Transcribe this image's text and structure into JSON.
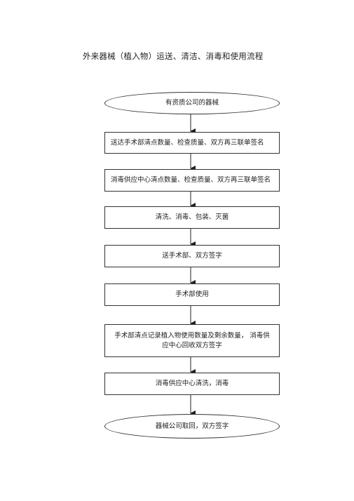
{
  "title": "外来器械（植入物）运送、清洁、消毒和使用流程",
  "flow": {
    "start": "有资质公司的器械",
    "steps": [
      "送达手术部清点数量、检查质量、双方再三联单签名",
      "消毒供应中心清点数量、检查质量、双方再三联单签名",
      "清洗、消毒、包装、灭菌",
      "送手术部、双方签字",
      "手术部使用",
      "手术部清点记录植入物使用数量及剩余数量， 消毒供应中心回收双方签字",
      "消毒供应中心清洗，消毒"
    ],
    "end": "器械公司取回，双方签字"
  }
}
